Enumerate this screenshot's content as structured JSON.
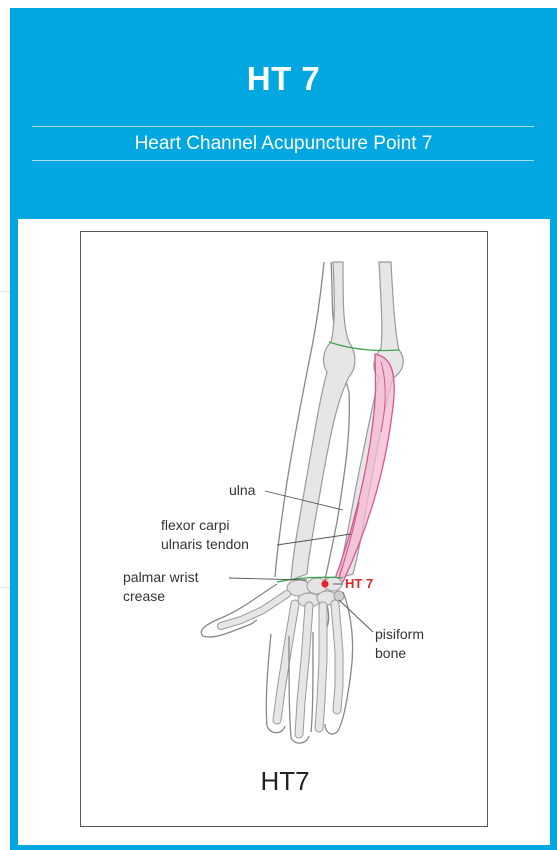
{
  "header": {
    "title": "HT 7",
    "subtitle": "Heart Channel Acupuncture Point 7"
  },
  "figure": {
    "labels": {
      "ulna": "ulna",
      "flexor_line1": "flexor carpi",
      "flexor_line2": "ulnaris tendon",
      "crease_line1": "palmar wrist",
      "crease_line2": "crease",
      "point": "HT 7",
      "pisiform_line1": "pisiform",
      "pisiform_line2": "bone"
    },
    "caption": "HT7"
  },
  "colors": {
    "panel_blue": "#00a7e1",
    "point_red": "#e0262b",
    "tendon_pink": "#f4b9d2"
  }
}
